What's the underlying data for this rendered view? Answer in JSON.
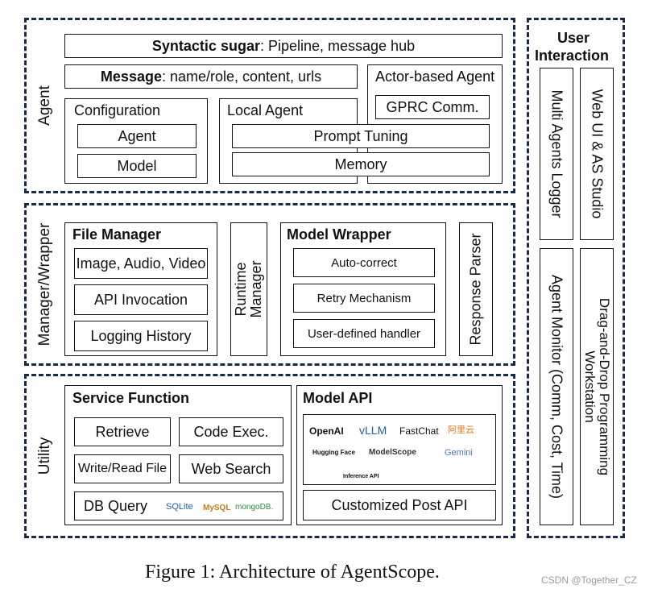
{
  "agent": {
    "label": "Agent",
    "syntactic_bold": "Syntactic sugar",
    "syntactic_rest": ": Pipeline, message hub",
    "message_bold": "Message",
    "message_rest": ": name/role, content, urls",
    "actor_title": "Actor-based Agent",
    "grpc": "GPRC Comm.",
    "configuration_title": "Configuration",
    "config_agent": "Agent",
    "config_model": "Model",
    "local_title": "Local Agent",
    "prompt_tuning": "Prompt Tuning",
    "memory": "Memory"
  },
  "manager": {
    "label": "Manager/Wrapper",
    "file_manager_title": "File Manager",
    "file_items": [
      "Image, Audio, Video",
      "API Invocation",
      "Logging History"
    ],
    "runtime_line1": "Runtime",
    "runtime_line2": "Manager",
    "model_wrapper_title": "Model Wrapper",
    "wrapper_items": [
      "Auto-correct",
      "Retry Mechanism",
      "User-defined handler"
    ],
    "response_parser": "Response Parser"
  },
  "utility": {
    "label": "Utility",
    "service_title": "Service Function",
    "retrieve": "Retrieve",
    "code_exec": "Code Exec.",
    "write_read": "Write/Read File",
    "web_search": "Web Search",
    "db_query": "DB Query",
    "db_logos": [
      "SQLite",
      "MySQL",
      "mongoDB."
    ],
    "model_api_title": "Model API",
    "api_logos": [
      "OpenAI",
      "vLLM",
      "FastChat",
      "阿里云",
      "Hugging Face",
      "ModelScope",
      "Gemini",
      "Inference API"
    ],
    "customized": "Customized Post API"
  },
  "user_interaction": {
    "title_line1": "User",
    "title_line2": "Interaction",
    "multi_agents_logger": "Multi Agents Logger",
    "web_ui": "Web UI & AS Studio",
    "agent_monitor": "Agent Monitor (Comm, Cost, Time)",
    "drag_drop_line1": "Drag-and-Drop Programming",
    "drag_drop_line2": "Workstation"
  },
  "caption": "Figure 1:  Architecture of AgentScope.",
  "watermark": "CSDN @Together_CZ",
  "colors": {
    "dashed_border": "#1c2a4a",
    "box_border": "#111111"
  }
}
